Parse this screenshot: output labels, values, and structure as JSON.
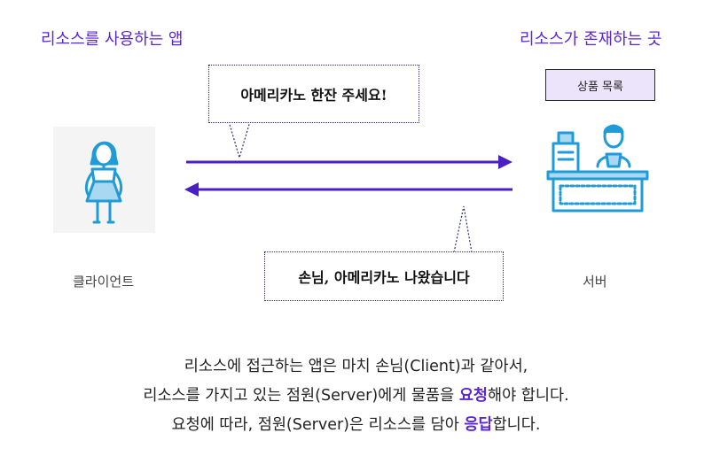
{
  "left_heading": "리소스를 사용하는 앱",
  "right_heading": "리소스가 존재하는 곳",
  "product_list": "상품 목록",
  "request_bubble": "아메리카노 한잔 주세요!",
  "response_bubble": "손님, 아메리카노 나왔습니다",
  "client_label": "클라이언트",
  "server_label": "서버",
  "caption": {
    "line1": "리소스에 접근하는 앱은 마치 손님(Client)과 같아서,",
    "line2_pre": "리소스를 가지고 있는 점원(Server)에게 물품을 ",
    "line2_em": "요청",
    "line2_post": "해야 합니다.",
    "line3_pre": "요청에 따라, 점원(Server)은 리소스를 담아 ",
    "line3_em": "응답",
    "line3_post": "합니다."
  },
  "colors": {
    "accent": "#5b25d8",
    "icon_blue": "#1f9bd7",
    "icon_light": "#a9d8f2"
  },
  "icons": [
    "client-person-icon",
    "server-clerk-icon"
  ]
}
